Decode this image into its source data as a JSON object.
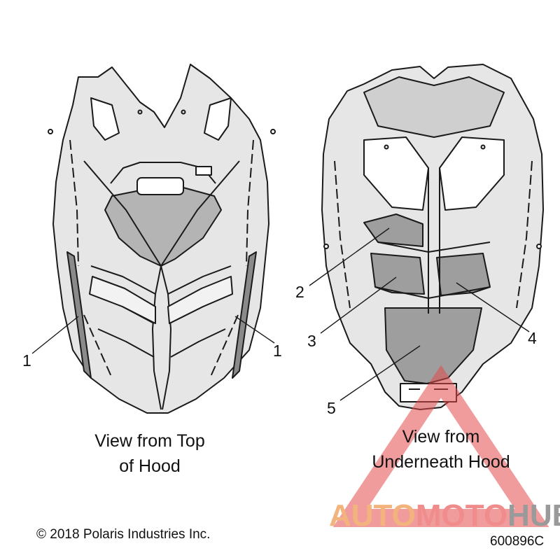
{
  "captions": {
    "top_view": [
      "View from Top",
      "of Hood"
    ],
    "under_view": [
      "View from",
      "Underneath Hood"
    ]
  },
  "callouts": {
    "c1_left": "1",
    "c1_right": "1",
    "c2": "2",
    "c3": "3",
    "c4": "4",
    "c5": "5"
  },
  "copyright": "© 2018 Polaris Industries Inc.",
  "part_number": "600896C",
  "watermark": {
    "part_a": "AUTO",
    "part_b": "MOTO",
    "part_c": "HUB",
    "colors": {
      "auto": "#f2b47c",
      "moto": "#f08c8c",
      "hub": "#9a9a9a"
    }
  }
}
